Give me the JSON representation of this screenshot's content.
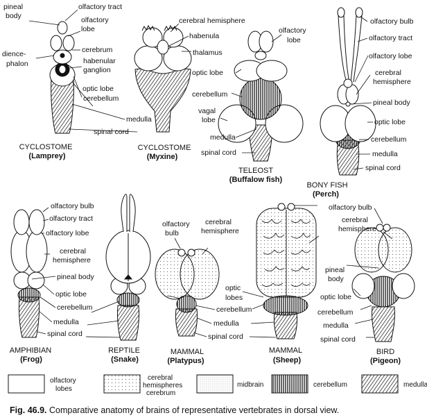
{
  "colors": {
    "ink": "#111111",
    "paper": "#ffffff"
  },
  "specimens": {
    "lamprey": {
      "group": "CYCLOSTOME",
      "name": "(Lamprey)",
      "labels": [
        "pineal",
        "body",
        "olfactory tract",
        "olfactory",
        "lobe",
        "cerebrum",
        "dience-",
        "phalon",
        "habenular",
        "ganglion",
        "optic lobe",
        "cerebellum",
        "medulla",
        "spinal cord"
      ]
    },
    "myxine": {
      "group": "CYCLOSTOME",
      "name": "(Myxine)",
      "labels": [
        "cerebral hemisphere",
        "habenula",
        "thalamus"
      ]
    },
    "buffalo": {
      "group": "TELEOST",
      "name": "(Buffalow fish)",
      "labels": [
        "olfactory",
        "lobe",
        "optic lobe",
        "cerebellum",
        "vagal",
        "lobe",
        "medulla",
        "spinal cord"
      ]
    },
    "perch": {
      "group": "BONY FISH",
      "name": "(Perch)",
      "labels": [
        "olfactory bulb",
        "olfactory tract",
        "olfactory lobe",
        "cerebral",
        "hemisphere",
        "pineal body",
        "optic lobe",
        "cerebellum",
        "medulla",
        "spinal cord"
      ]
    },
    "frog": {
      "group": "AMPHIBIAN",
      "name": "(Frog)",
      "labels": [
        "olfactory bulb",
        "olfactory tract",
        "olfactory lobe",
        "cerebral",
        "hemisphere",
        "pineal body",
        "optic lobe",
        "cerebellum",
        "medulla",
        "spinal cord"
      ]
    },
    "snake": {
      "group": "REPTILE",
      "name": "(Snake)"
    },
    "platypus": {
      "group": "MAMMAL",
      "name": "(Platypus)",
      "labels": [
        "olfactory",
        "bulb",
        "cerebral",
        "hemisphere",
        "optic",
        "lobes",
        "cerebellum",
        "medulla",
        "spinal cord"
      ]
    },
    "sheep": {
      "group": "MAMMAL",
      "name": "(Sheep)"
    },
    "pigeon": {
      "group": "BIRD",
      "name": "(Pigeon)",
      "labels": [
        "olfactory bulb",
        "cerebral",
        "hemisphere",
        "pineal",
        "body",
        "optic lobe",
        "cerebellum",
        "medulla",
        "spinal cord"
      ]
    }
  },
  "legend": [
    {
      "lines": [
        "olfactory",
        "lobes"
      ],
      "pattern": "blank"
    },
    {
      "lines": [
        "cerebral",
        "hemispheres",
        "cerebrum"
      ],
      "pattern": "dots"
    },
    {
      "lines": [
        "midbrain"
      ],
      "pattern": "fine-dots"
    },
    {
      "lines": [
        "cerebellum"
      ],
      "pattern": "vertical-lines"
    },
    {
      "lines": [
        "medulla"
      ],
      "pattern": "diagonal-lines"
    }
  ],
  "caption": {
    "number": "Fig. 46.9.",
    "text": "Comparative anatomy of brains of representative vertebrates in dorsal view."
  }
}
